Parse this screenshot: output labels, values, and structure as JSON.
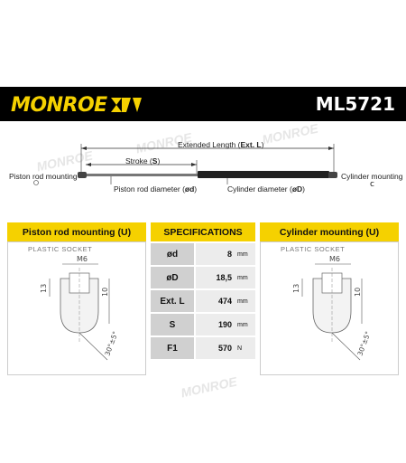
{
  "brand": {
    "name": "MONROE",
    "part_number": "ML5721",
    "accent": "#f5d100"
  },
  "diagram": {
    "extended_length": "Extended Length (",
    "extended_length_bold": "Ext. L",
    "extended_length_end": ")",
    "stroke": "Stroke (",
    "stroke_bold": "S",
    "stroke_end": ")",
    "piston_rod_mounting": "Piston rod mounting",
    "piston_rod_diameter": "Piston rod diameter (",
    "piston_rod_diameter_bold": "ød",
    "piston_rod_diameter_end": ")",
    "cylinder_diameter": "Cylinder diameter (",
    "cylinder_diameter_bold": "øD",
    "cylinder_diameter_end": ")",
    "cylinder_mounting": "Cylinder mounting"
  },
  "table": {
    "left_header": "Piston rod mounting (U)",
    "mid_header": "SPECIFICATIONS",
    "right_header": "Cylinder mounting (U)",
    "left_socket": "PLASTIC SOCKET",
    "right_socket": "PLASTIC SOCKET",
    "thread": "M6",
    "dim_13": "13",
    "dim_10": "10",
    "dim_angle": "30°±5°",
    "rows": [
      {
        "key": "ød",
        "value": "8",
        "unit": "mm"
      },
      {
        "key": "øD",
        "value": "18,5",
        "unit": "mm"
      },
      {
        "key": "Ext. L",
        "value": "474",
        "unit": "mm"
      },
      {
        "key": "S",
        "value": "190",
        "unit": "mm"
      },
      {
        "key": "F1",
        "value": "570",
        "unit": "N"
      }
    ]
  },
  "watermark": "MONROE"
}
